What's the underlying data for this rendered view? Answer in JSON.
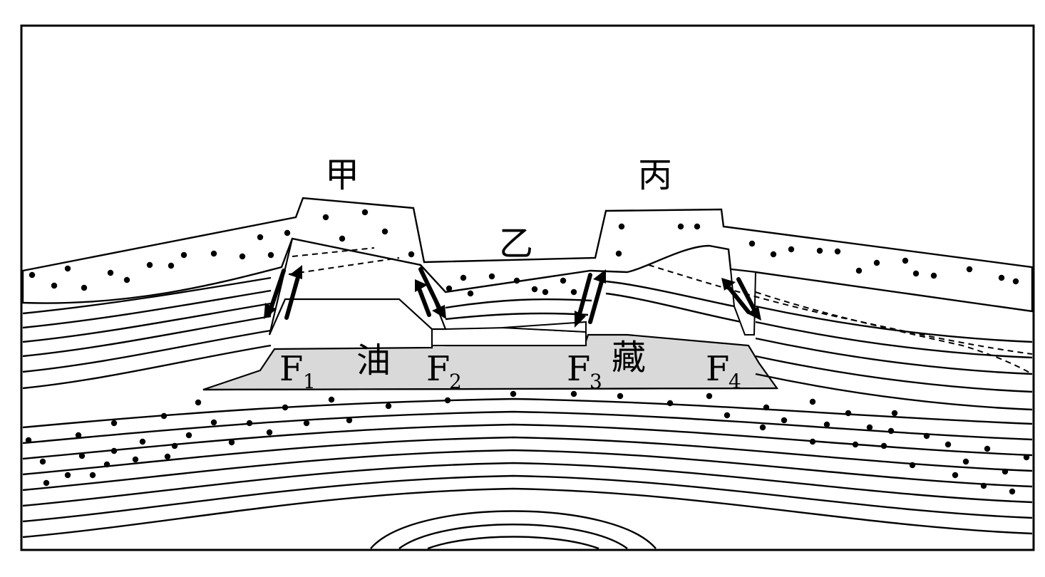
{
  "labels": {
    "jia": "甲",
    "yi": "乙",
    "bing": "丙",
    "you": "油",
    "cang": "藏"
  },
  "faults": [
    {
      "letter": "F",
      "index": "1"
    },
    {
      "letter": "F",
      "index": "2"
    },
    {
      "letter": "F",
      "index": "3"
    },
    {
      "letter": "F",
      "index": "4"
    }
  ],
  "colors": {
    "stroke": "#000000",
    "oil_fill": "#d9d9d9",
    "background": "#ffffff"
  }
}
